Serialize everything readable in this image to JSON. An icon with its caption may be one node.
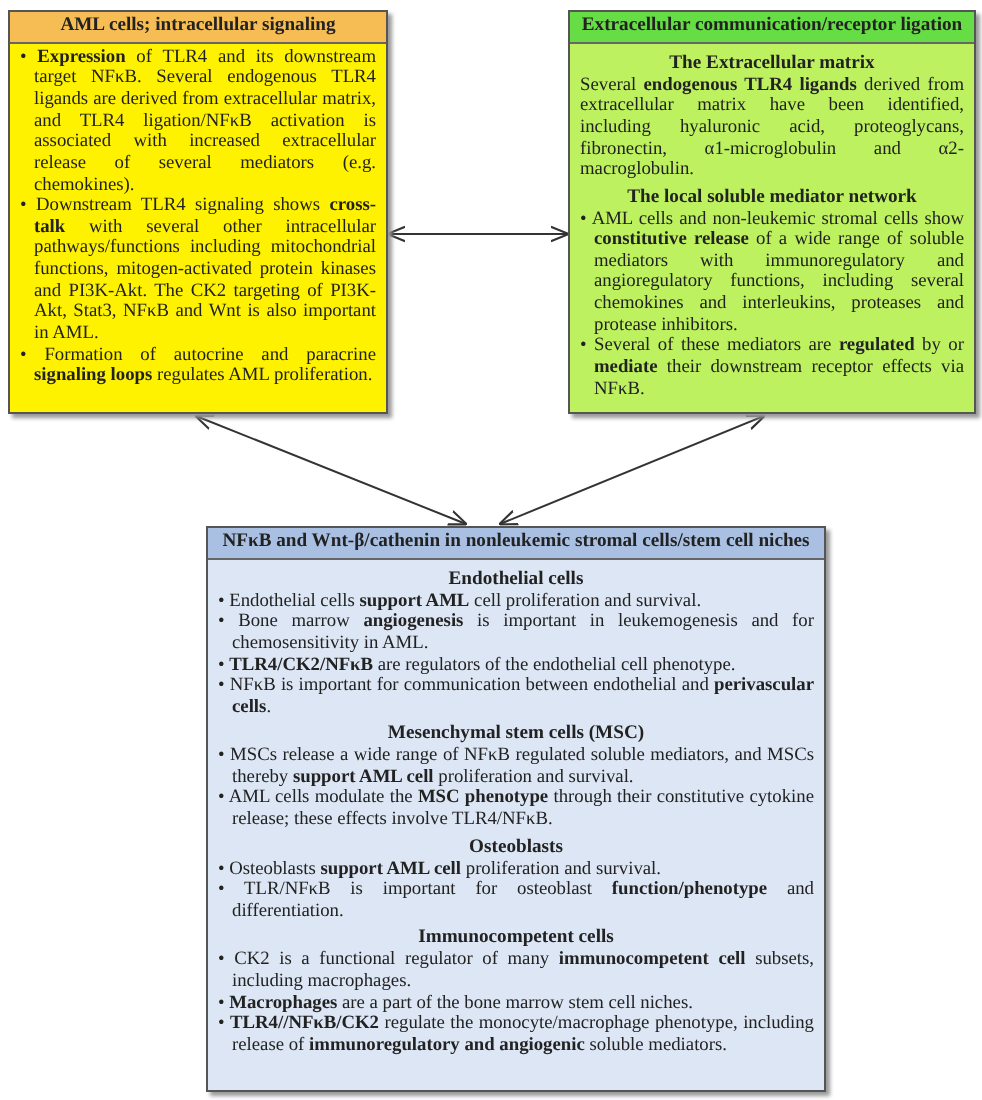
{
  "diagram": {
    "nodes": [
      {
        "text": [
          "AML cells; intracellular signaling",
          "• **Expression** of TLR4 and its downstream target NFκB. Several endogenous TLR4 ligands are derived from extracellular matrix, and TLR4 ligation/NFκB activation is associated with increased extracellular release of several mediators (e.g. chemokines).",
          "• Downstream TLR4 signaling shows **cross-talk** with several other intracellular pathways/functions including mitochondrial functions, mitogen-activated protein kinases and PI3K-Akt. The CK2 targeting of PI3K-Akt, Stat3, NFκB and Wnt is also important in AML.",
          "• Formation of autocrine and paracrine **signaling loops** regulates AML proliferation."
        ]
      },
      {
        "text": [
          "Extracellular communication/receptor ligation",
          "The Extracellular matrix",
          "Several **endogenous TLR4 ligands** derived from extracellular matrix have been identified, including hyaluronic acid, proteoglycans, fibronectin, α1-microglobulin and α2-macroglobulin.",
          "The local soluble mediator network",
          "• AML cells and non-leukemic stromal cells show **constitutive release** of a wide range of soluble mediators with immunoregulatory and angioregulatory functions, including several chemokines and interleukins, proteases and protease inhibitors.",
          "• Several of these mediators are **regulated** by or **mediate** their downstream receptor effects via NFκB."
        ]
      },
      {
        "text": [
          "NFκB and Wnt-β/cathenin in nonleukemic stromal cells/stem cell niches",
          "Endothelial cells",
          "• Endothelial cells **support AML** cell proliferation and survival.",
          "• Bone marrow **angiogenesis** is important in leukemogenesis and for chemosensitivity in AML.",
          "• **TLR4/CK2/NFκB** are regulators of the endothelial cell phenotype.",
          "• NFκB is important for communication between endothelial and **perivascular cells**.",
          "Mesenchymal stem cells (MSC)",
          "• MSCs release a wide range of NFκB regulated soluble mediators, and MSCs thereby **support AML cell** proliferation and survival.",
          "• AML cells modulate the **MSC phenotype** through their constitutive cytokine release; these effects involve TLR4/NFκB.",
          "Osteoblasts",
          "• Osteoblasts **support AML cell** proliferation and survival.",
          "• TLR/NFκB is important for osteoblast **function/phenotype** and differentiation.",
          "Immunocompetent cells",
          "• CK2 is a functional regulator of many **immunocompetent cell** subsets, including macrophages.",
          "• **Macrophages** are a part of the bone marrow stem cell niches.",
          "• **TLR4//NFκB/CK2** regulate the monocyte/macrophage phenotype, including release of **immunoregulatory and angiogenic** soluble mediators."
        ]
      }
    ],
    "edges": [
      {
        "from": 0,
        "to": 1,
        "arrow": "both"
      },
      {
        "from": 0,
        "to": 2,
        "arrow": "both"
      },
      {
        "from": 1,
        "to": 2,
        "arrow": "both"
      }
    ]
  }
}
